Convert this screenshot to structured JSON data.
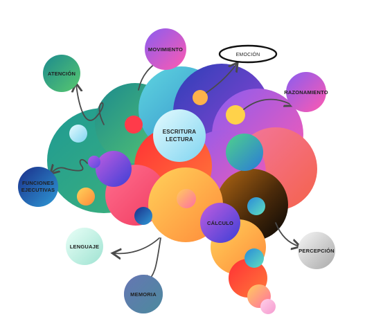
{
  "labels": {
    "movimiento": "MOVIMIENTO",
    "emocion": "EMOCIÓN",
    "atencion": "ATENCIÓN",
    "razonamiento": "RAZONAMIENTO",
    "escritura_line1": "ESCRITURA",
    "escritura_line2": "LECTURA",
    "funciones_line1": "FUNCIONES",
    "funciones_line2": "EJECUTIVAS",
    "calculo": "CÁLCULO",
    "lenguaje": "LENGUAJE",
    "percepcion": "PERCEPCIÓN",
    "memoria": "MEMORIA"
  }
}
